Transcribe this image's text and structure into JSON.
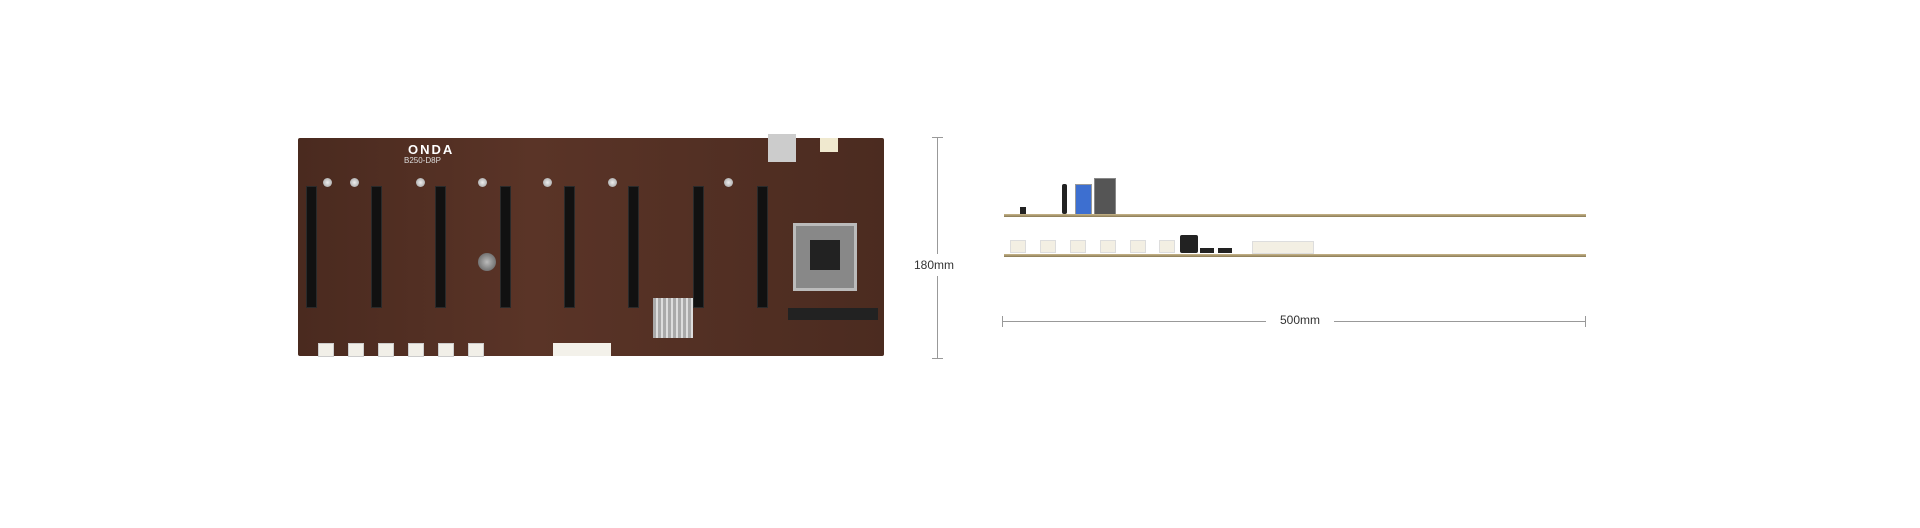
{
  "product": {
    "brand_logo": "ONDA",
    "model": "B250-D8P"
  },
  "dimensions": {
    "height_label": "180mm",
    "width_label": "500mm"
  }
}
